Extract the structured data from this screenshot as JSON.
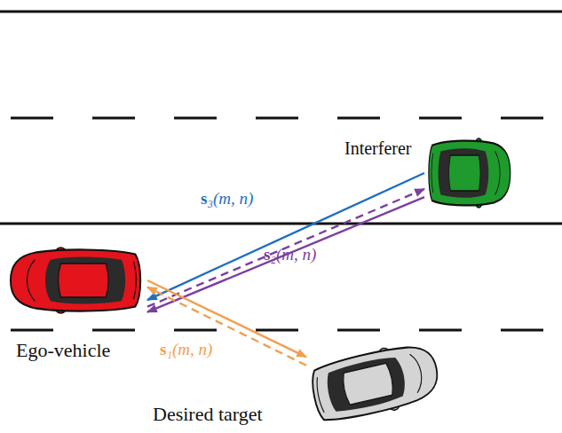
{
  "diagram": {
    "nodes": [
      {
        "text": [
          "Interferer"
        ]
      },
      {
        "text": [
          "Ego-vehicle"
        ]
      },
      {
        "text": [
          "Desired target"
        ]
      }
    ],
    "edges": [
      {
        "from": 0,
        "to": 1,
        "arrow": "to",
        "label": "s₃(m, n)"
      },
      {
        "from": 1,
        "to": 0,
        "arrow": "to"
      },
      {
        "from": 0,
        "to": 1,
        "arrow": "to",
        "label": "s₂(m, n)"
      },
      {
        "from": 1,
        "to": 2,
        "arrow": "to"
      },
      {
        "from": 2,
        "to": 1,
        "arrow": "to",
        "label": "s₁(m, n)"
      }
    ]
  }
}
